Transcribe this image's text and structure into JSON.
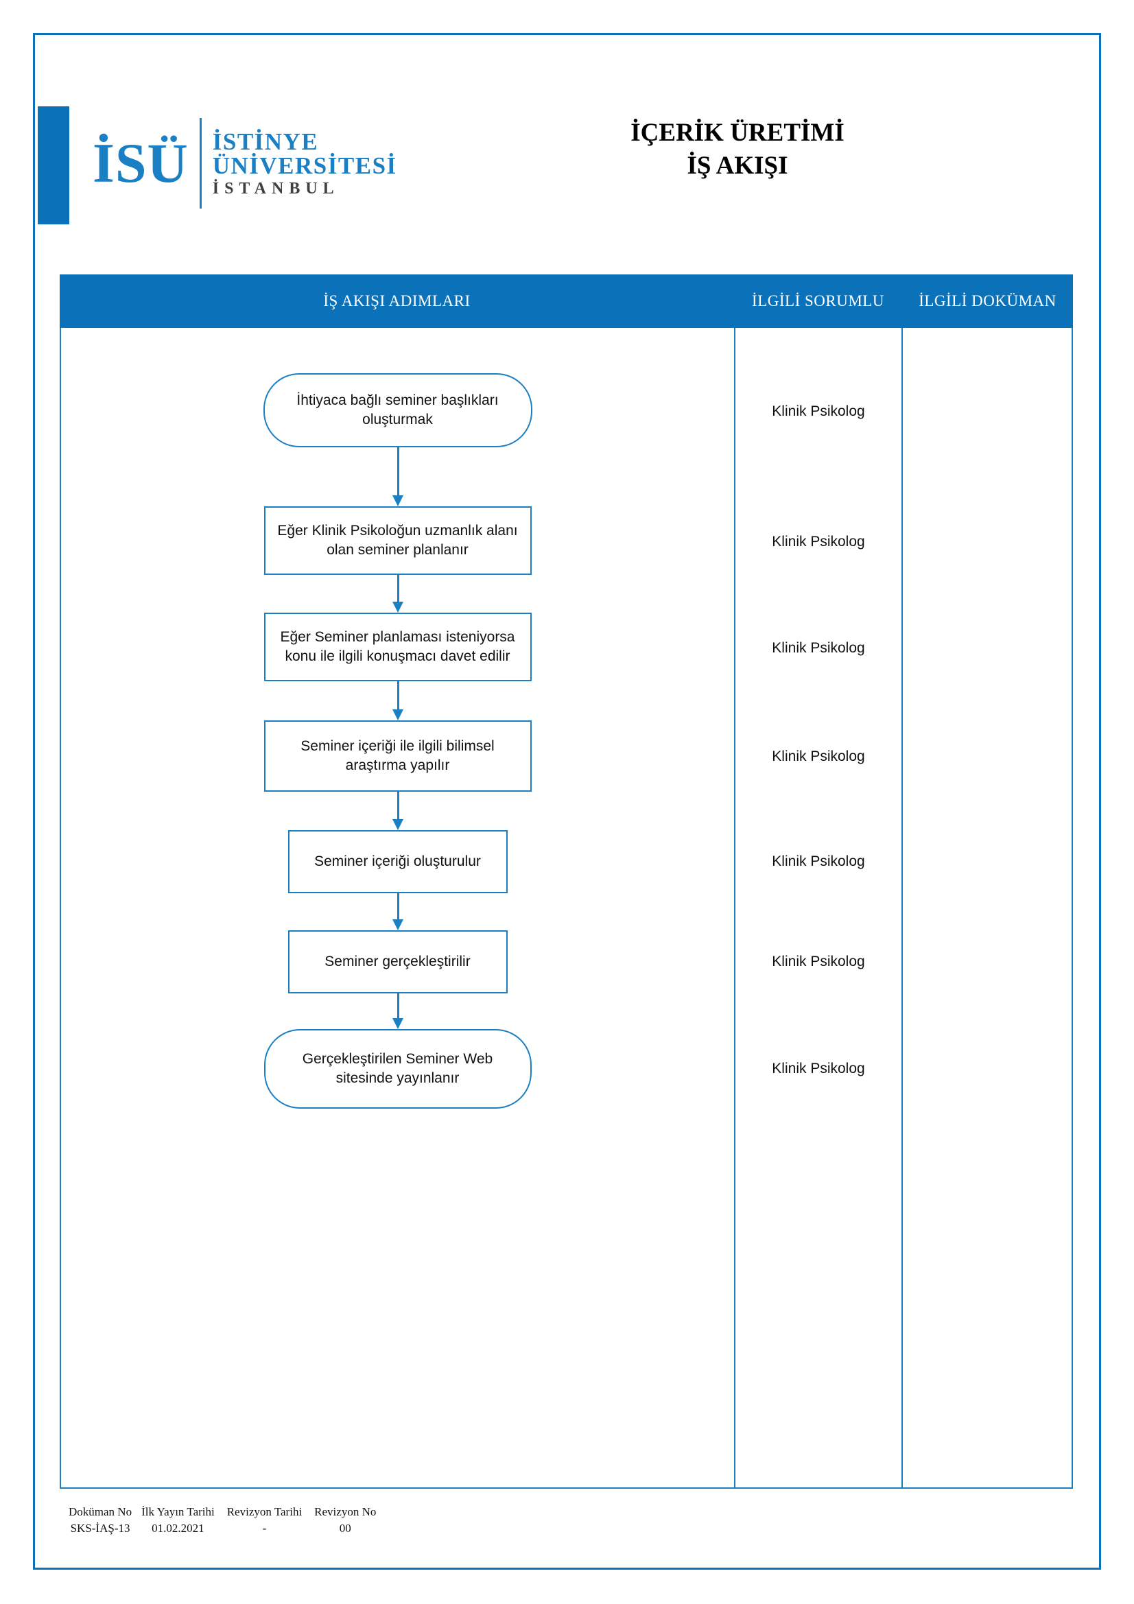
{
  "document": {
    "title_line_1": "İÇERİK ÜRETİMİ",
    "title_line_2": "İŞ AKIŞI",
    "brand": {
      "monogram": "İSÜ",
      "word_1": "İSTİNYE",
      "word_2": "ÜNİVERSİTESİ",
      "word_3": "İSTANBUL",
      "accent_color": "#0b72b9",
      "logo_color": "#1b7fc4"
    }
  },
  "table": {
    "headers": {
      "steps": "İŞ AKIŞI ADIMLARI",
      "responsible": "İLGİLİ SORUMLU",
      "document": "İLGİLİ DOKÜMAN"
    },
    "header_bg": "#0b72b9",
    "border_color": "#1b7fc4",
    "rows": [
      {
        "step": "İhtiyaca bağlı seminer başlıkları oluşturmak",
        "shape": "terminator",
        "responsible": "Klinik Psikolog",
        "document": ""
      },
      {
        "step": "Eğer Klinik Psikoloğun uzmanlık alanı olan seminer planlanır",
        "shape": "process",
        "responsible": "Klinik Psikolog",
        "document": ""
      },
      {
        "step": "Eğer Seminer planlaması isteniyorsa konu ile ilgili konuşmacı davet edilir",
        "shape": "process",
        "responsible": "Klinik Psikolog",
        "document": ""
      },
      {
        "step": "Seminer içeriği ile ilgili bilimsel araştırma yapılır",
        "shape": "process",
        "responsible": "Klinik Psikolog",
        "document": ""
      },
      {
        "step": "Seminer içeriği  oluşturulur",
        "shape": "process",
        "responsible": "Klinik Psikolog",
        "document": ""
      },
      {
        "step": "Seminer gerçekleştirilir",
        "shape": "process",
        "responsible": "Klinik Psikolog",
        "document": ""
      },
      {
        "step": "Gerçekleştirilen Seminer Web sitesinde yayınlanır",
        "shape": "terminator",
        "responsible": "Klinik Psikolog",
        "document": ""
      }
    ]
  },
  "footer": {
    "fields": [
      {
        "label": "Doküman No",
        "value": "SKS-İAŞ-13"
      },
      {
        "label": "İlk Yayın Tarihi",
        "value": "01.02.2021"
      },
      {
        "label": "Revizyon Tarihi",
        "value": "-"
      },
      {
        "label": "Revizyon No",
        "value": "00"
      }
    ]
  }
}
